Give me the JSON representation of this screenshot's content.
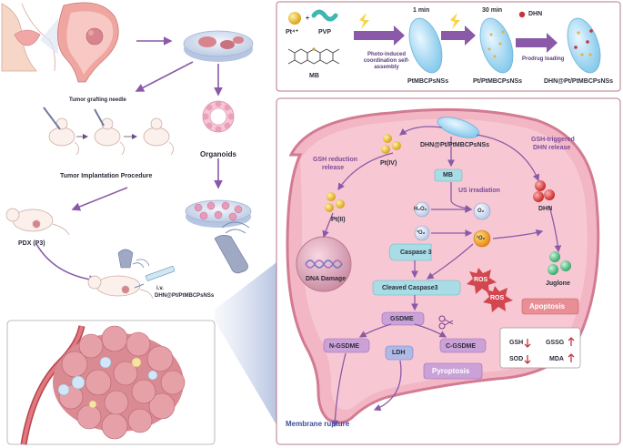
{
  "synthesis": {
    "pt4": "Pt⁴⁺",
    "plus": "+",
    "pvp": "PVP",
    "mb": "MB",
    "photo_induced": "Photo-induced coordination self-assembly",
    "time1": "1 min",
    "time2": "30 min",
    "dhn_legend": "DHN",
    "prodrug": "Prodrug loading",
    "prod1": "PtMBCPsNSs",
    "prod2": "Pt/PtMBCPsNSs",
    "prod3": "DHN@Pt/PtMBCPsNSs"
  },
  "workflow": {
    "grafting_needle": "Tumor grafting needle",
    "implantation": "Tumor Implantation Procedure",
    "organoids": "Organoids",
    "pdx": "PDX (P3)",
    "iv1": "i.v.",
    "iv2": "DHN@Pt/PtMBCPsNSs"
  },
  "mechanism": {
    "nanosheet": "DHN@Pt/PtMBCPsNSs",
    "pt4": "Pt(IV)",
    "gsh_reduction_1": "GSH reduction",
    "gsh_reduction_2": "release",
    "pt2": "Pt(II)",
    "dna_damage": "DNA Damage",
    "mb": "MB",
    "us": "US irradiation",
    "h2o2": "H₂O₂",
    "o2": "O₂",
    "singlet_in": "³O₂",
    "singlet_out": "¹O₂",
    "caspase3": "Caspase 3",
    "cleaved": "Cleaved  Caspase3",
    "gsdme": "GSDME",
    "n_gsdme": "N-GSDME",
    "c_gsdme": "C-GSDME",
    "ldh": "LDH",
    "pyroptosis": "Pyroptosis",
    "ros": "ROS",
    "gsh_triggered_1": "GSH-triggered",
    "gsh_triggered_2": "DHN release",
    "dhn": "DHN",
    "juglone": "Juglone",
    "apoptosis": "Apoptosis",
    "gsh": "GSH",
    "gssg": "GSSG",
    "sod": "SOD",
    "mda": "MDA",
    "membrane": "Membrane rupture"
  },
  "colors": {
    "arrow": "#8a5aa8",
    "cell_fill": "#f2b6c4",
    "cell_border": "#d27b93",
    "tumor": "#d8848f",
    "cyan_box": "#a8dde6",
    "pyro_box": "#cba2d8",
    "apop_box": "#e98e94",
    "ros": "#d2474f"
  }
}
